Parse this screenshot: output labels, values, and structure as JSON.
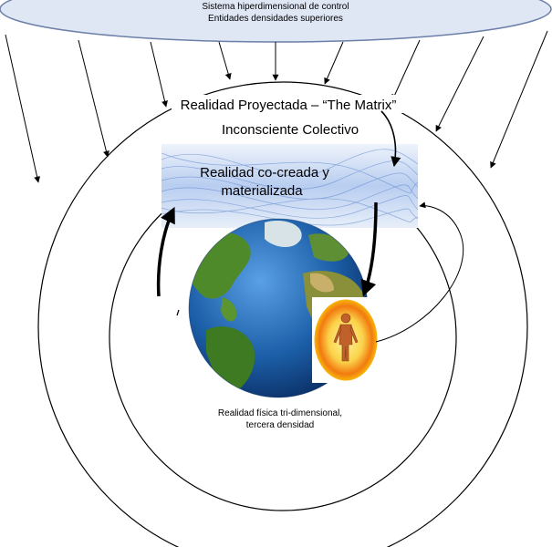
{
  "top_ellipse": {
    "line1": "Sistema hiperdimensional de control",
    "line2": "Entidades densidades superiores"
  },
  "outer_ring_label": "Realidad Proyectada – “The Matrix”",
  "middle_ring_label": "Inconsciente Colectivo",
  "cocreated_band": {
    "line1": "Realidad co-creada y",
    "line2": "materializada"
  },
  "physical_reality": {
    "line1": "Realidad física tri-dimensional,",
    "line2": "tercera densidad"
  },
  "colors": {
    "ellipse_fill": "#dfe6f4",
    "ellipse_stroke": "#6b7fa8",
    "band_blue": "#b8cdf0",
    "ocean": "#1c5fa8",
    "land": "#4f8a2a",
    "aura_outer": "#f7b10a",
    "aura_inner": "#f27a10",
    "line": "#000000"
  },
  "icons": [
    "earth-globe-icon",
    "human-figure-icon",
    "arrow-icon"
  ]
}
